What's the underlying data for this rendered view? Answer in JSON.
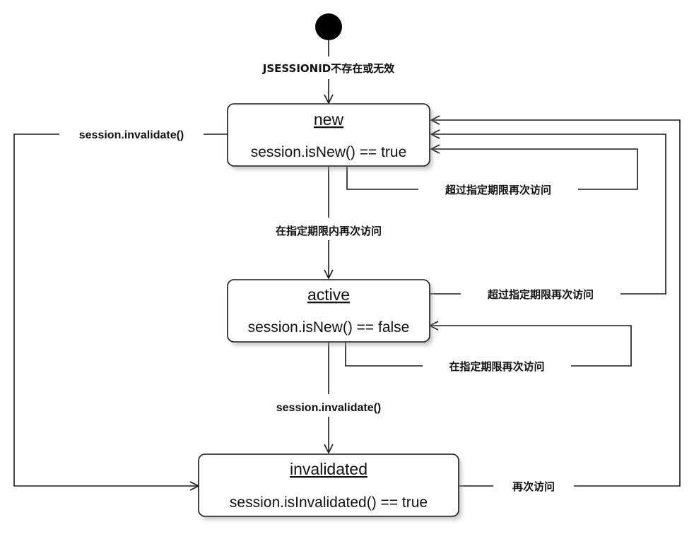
{
  "colors": {
    "stroke": "#1a1a1a",
    "text": "#111111",
    "background": "#ffffff",
    "shadow": "#9a9a9a"
  },
  "states": {
    "new": {
      "title": "new",
      "condition": "session.isNew() == true"
    },
    "active": {
      "title": "active",
      "condition": "session.isNew() == false"
    },
    "invalidated": {
      "title": "invalidated",
      "condition": "session.isInvalidated() == true"
    }
  },
  "transitions": {
    "start_to_new": "JSESSIONID不存在或无效",
    "new_to_invalidated": "session.invalidate()",
    "new_self_timeout": "超过指定期限再次访问",
    "new_to_active": "在指定期限内再次访问",
    "active_to_new_timeout": "超过指定期限再次访问",
    "active_self": "在指定期限再次访问",
    "active_to_invalidated": "session.invalidate()",
    "invalidated_to_new": "再次访问"
  }
}
